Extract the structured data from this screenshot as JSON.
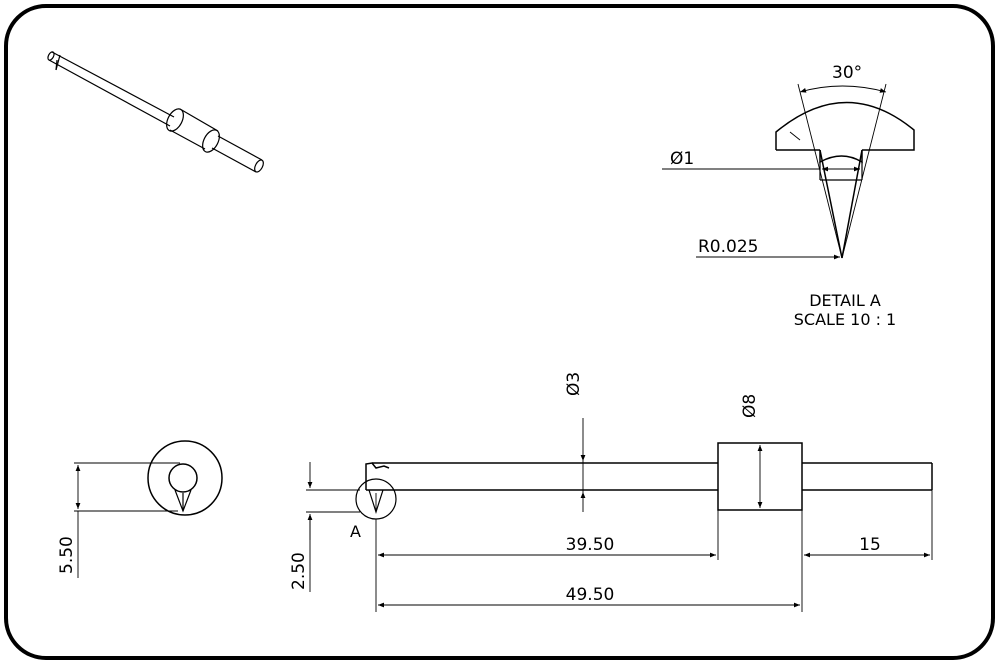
{
  "detail": {
    "angle": "30°",
    "diameter": "Ø1",
    "radius": "R0.025",
    "title": "DETAIL A",
    "scale": "SCALE 10 : 1"
  },
  "side_view": {
    "height": "5.50"
  },
  "front_view": {
    "offset": "2.50",
    "label": "A",
    "shaft_diameter": "Ø3",
    "collar_diameter": "Ø8",
    "length_to_collar": "39.50",
    "total_length": "49.50",
    "tail_length": "15"
  }
}
